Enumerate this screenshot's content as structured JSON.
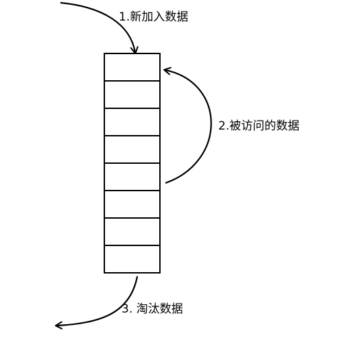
{
  "diagram": {
    "cell_count": 8,
    "line_color": "#000000",
    "labels": {
      "new_data": "1.新加入数据",
      "accessed_data": "2.被访问的数据",
      "evicted_data": "3. 淘汰数据"
    }
  }
}
